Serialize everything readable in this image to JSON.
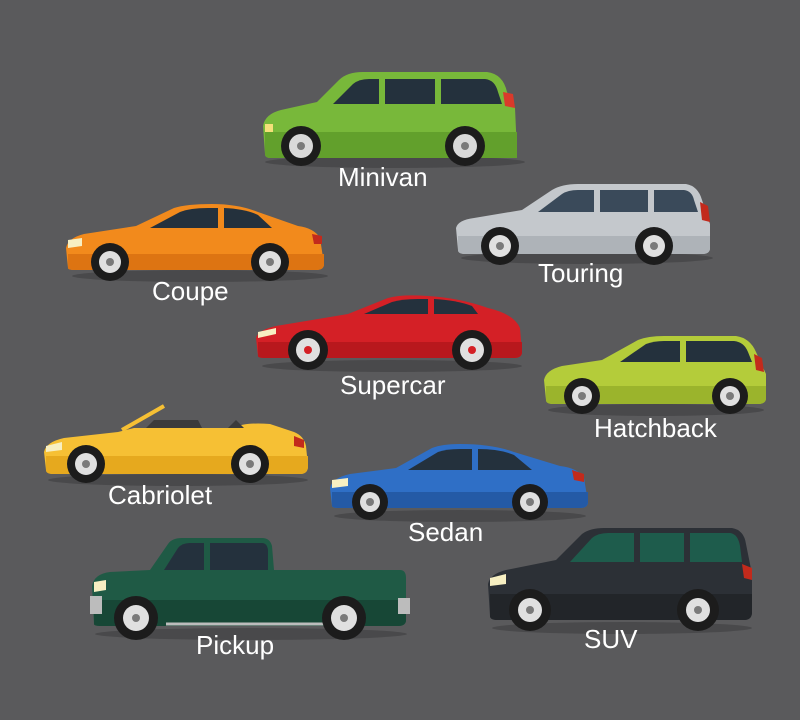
{
  "background": "#5a5a5c",
  "vehicles": [
    {
      "id": "minivan",
      "label": "Minivan",
      "color": "#78b83a",
      "icon": "minivan-icon"
    },
    {
      "id": "coupe",
      "label": "Coupe",
      "color": "#f28a1c",
      "icon": "coupe-icon"
    },
    {
      "id": "touring",
      "label": "Touring",
      "color": "#c4c8cc",
      "icon": "touring-wagon-icon"
    },
    {
      "id": "supercar",
      "label": "Supercar",
      "color": "#d42026",
      "icon": "supercar-icon"
    },
    {
      "id": "hatchback",
      "label": "Hatchback",
      "color": "#b4cc3a",
      "icon": "hatchback-icon"
    },
    {
      "id": "cabriolet",
      "label": "Cabriolet",
      "color": "#f6c034",
      "icon": "cabriolet-icon"
    },
    {
      "id": "sedan",
      "label": "Sedan",
      "color": "#2f6fc6",
      "icon": "sedan-icon"
    },
    {
      "id": "pickup",
      "label": "Pickup",
      "color": "#1f5a45",
      "icon": "pickup-truck-icon"
    },
    {
      "id": "suv",
      "label": "SUV",
      "color": "#2c3036",
      "icon": "suv-icon"
    }
  ]
}
